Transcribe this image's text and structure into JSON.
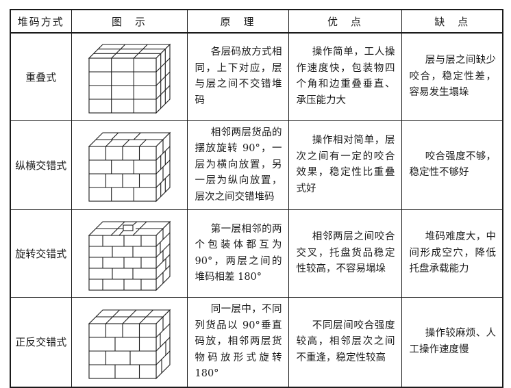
{
  "table": {
    "headers": [
      "堆码方式",
      "图　示",
      "原　理",
      "优　点",
      "缺　点"
    ],
    "rows": [
      {
        "method": "重叠式",
        "figure_icon": "cube-stack-overlap",
        "principle": "各层码放方式相同，上下对应，层与层之间不交错堆码",
        "advantages": "操作简单，工人操作速度快，包装物四个角和边重叠垂直、承压能力大",
        "disadvantages": "层与层之间缺少咬合，稳定性差，容易发生塌垛"
      },
      {
        "method": "纵横交错式",
        "figure_icon": "cube-stack-crisscross",
        "principle": "相邻两层货品的摆放旋转 90°，一层为横向放置，另一层为纵向放置，层次之间交错堆码",
        "advantages": "操作相对简单，层次之间有一定的咬合效果，稳定性比重叠式好",
        "disadvantages": "咬合强度不够，稳定性不够好"
      },
      {
        "method": "旋转交错式",
        "figure_icon": "cube-stack-rotating",
        "principle": "第一层相邻的两个包装体都互为 90°，两层之间的堆码相差 180°",
        "advantages": "相邻两层之间咬合交叉，托盘货品稳定性较高，不容易塌垛",
        "disadvantages": "堆码难度大，中间形成空穴，降低托盘承载能力"
      },
      {
        "method": "正反交错式",
        "figure_icon": "cube-stack-reverse",
        "principle": "同一层中，不同列货品以 90°垂直码放，相邻两层货物码放形式旋转 180°",
        "advantages": "不同层间咬合强度较高，相邻层次之间不重逢，稳定性较高",
        "disadvantages": "操作较麻烦、人工操作速度慢"
      }
    ]
  }
}
